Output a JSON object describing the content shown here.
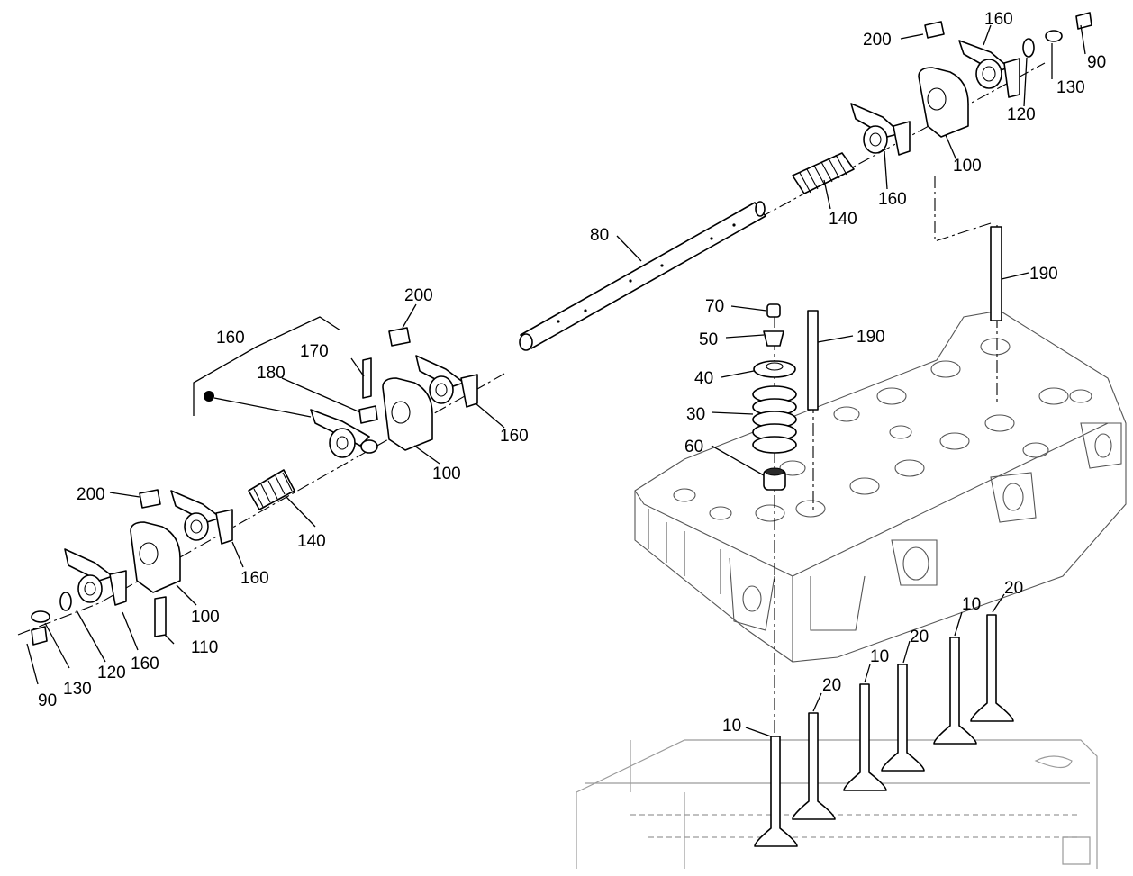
{
  "callouts": [
    {
      "id": "c200-top",
      "text": "200"
    },
    {
      "id": "c160-top",
      "text": "160"
    },
    {
      "id": "c90-top",
      "text": "90"
    },
    {
      "id": "c130-top",
      "text": "130"
    },
    {
      "id": "c120-top",
      "text": "120"
    },
    {
      "id": "c100-top",
      "text": "100"
    },
    {
      "id": "c160-topmid",
      "text": "160"
    },
    {
      "id": "c140-top",
      "text": "140"
    },
    {
      "id": "c80",
      "text": "80"
    },
    {
      "id": "c190-right",
      "text": "190"
    },
    {
      "id": "c70",
      "text": "70"
    },
    {
      "id": "c50",
      "text": "50"
    },
    {
      "id": "c190-mid",
      "text": "190"
    },
    {
      "id": "c40",
      "text": "40"
    },
    {
      "id": "c30",
      "text": "30"
    },
    {
      "id": "c60",
      "text": "60"
    },
    {
      "id": "c200-mid",
      "text": "200"
    },
    {
      "id": "c170",
      "text": "170"
    },
    {
      "id": "c180",
      "text": "180"
    },
    {
      "id": "c160-bracket",
      "text": "160"
    },
    {
      "id": "c160-mid",
      "text": "160"
    },
    {
      "id": "c100-mid",
      "text": "100"
    },
    {
      "id": "c200-left",
      "text": "200"
    },
    {
      "id": "c140-left",
      "text": "140"
    },
    {
      "id": "c160-left",
      "text": "160"
    },
    {
      "id": "c100-left",
      "text": "100"
    },
    {
      "id": "c110",
      "text": "110"
    },
    {
      "id": "c90-left",
      "text": "90"
    },
    {
      "id": "c130-left",
      "text": "130"
    },
    {
      "id": "c120-left",
      "text": "120"
    },
    {
      "id": "c160-leftlow",
      "text": "160"
    },
    {
      "id": "c10-a",
      "text": "10"
    },
    {
      "id": "c20-a",
      "text": "20"
    },
    {
      "id": "c10-b",
      "text": "10"
    },
    {
      "id": "c20-b",
      "text": "20"
    },
    {
      "id": "c10-c",
      "text": "10"
    },
    {
      "id": "c20-c",
      "text": "20"
    }
  ],
  "icons": {
    "valves": "engine-valve-icon",
    "rocker-arm": "rocker-arm-icon",
    "spring": "coil-spring-icon",
    "shaft": "rocker-shaft-icon",
    "bracket": "rocker-bracket-icon"
  }
}
